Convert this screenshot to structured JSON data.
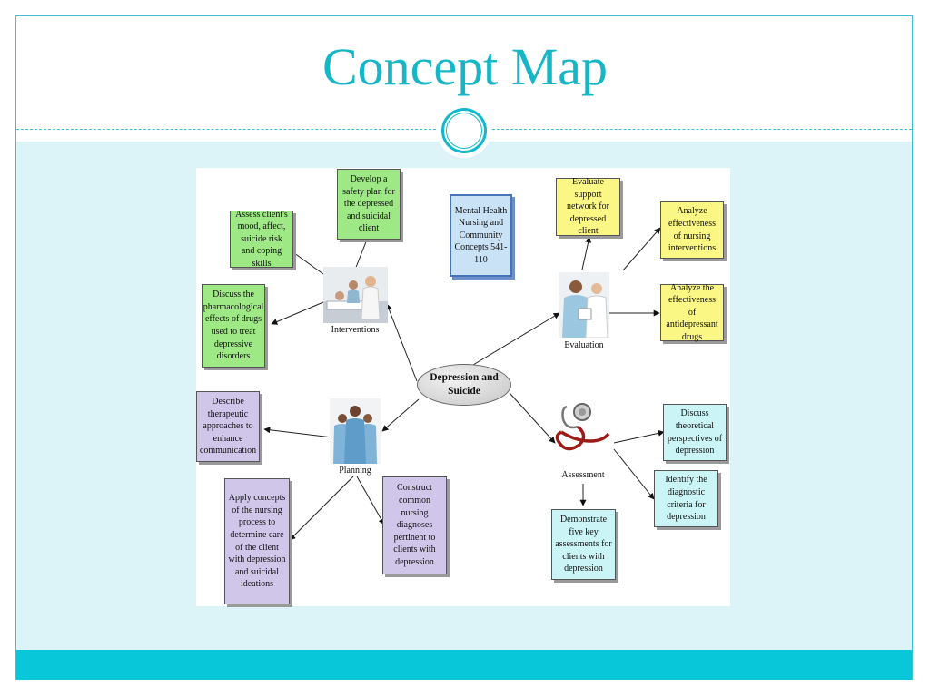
{
  "slide": {
    "title": "Concept Map"
  },
  "concept_map": {
    "center": "Depression and Suicide",
    "hubs": {
      "interventions": "Interventions",
      "evaluation": "Evaluation",
      "planning": "Planning",
      "assessment": "Assessment"
    },
    "course_box": "Mental Health Nursing and Community Concepts 541-110",
    "nodes": {
      "safety_plan": "Develop a safety plan for the depressed and suicidal client",
      "assess_mood": "Assess client's mood, affect, suicide risk and coping skills",
      "pharmacological": "Discuss the pharmacological effects of drugs used to treat depressive disorders",
      "evaluate_support": "Evaluate support network for depressed client",
      "analyze_interventions": "Analyze effectiveness of nursing interventions",
      "analyze_drugs": "Analyze the effectiveness of antidepressant drugs",
      "therapeutic": "Describe therapeutic approaches to enhance communication",
      "apply_process": "Apply concepts of the nursing process to determine care of the client with depression and suicidal ideations",
      "nursing_diagnoses": "Construct common nursing diagnoses pertinent to clients with depression",
      "theoretical": "Discuss theoretical perspectives of depression",
      "diagnostic_criteria": "Identify the diagnostic criteria for depression",
      "key_assessments": "Demonstrate five key assessments for clients with depression"
    },
    "colors": {
      "interventions_boxes": "#9ee886",
      "evaluation_boxes": "#fbf785",
      "planning_boxes": "#cfc6ea",
      "assessment_boxes": "#cbf4f6",
      "course_box": "#c9e2f6",
      "accent": "#16b6c6"
    }
  }
}
